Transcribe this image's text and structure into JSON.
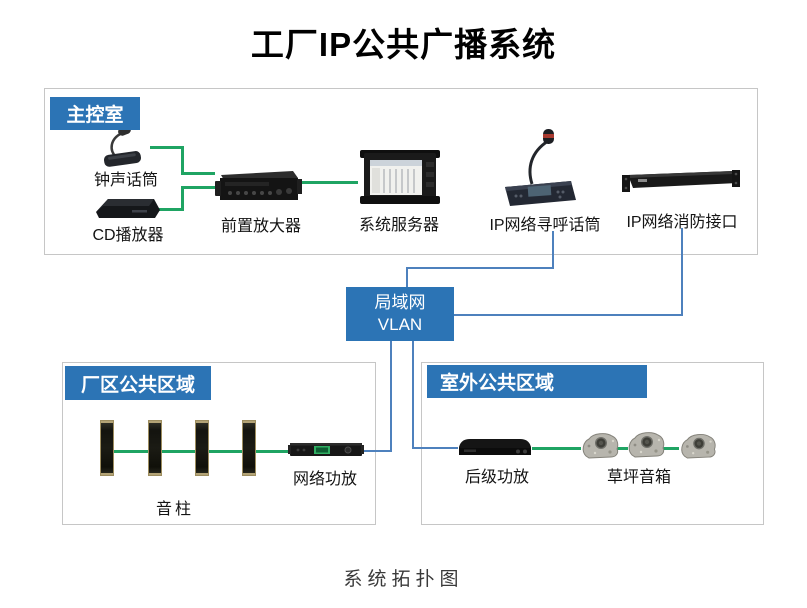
{
  "title": "工厂IP公共广播系统",
  "caption": "系统拓扑图",
  "colors": {
    "accent_blue": "#2c74b5",
    "line_blue": "#4e81bd",
    "line_green": "#1fa463",
    "border_gray": "#c6c6c6",
    "background": "#ffffff"
  },
  "network_node": {
    "line1": "局域网",
    "line2": "VLAN"
  },
  "control_room": {
    "badge": "主控室",
    "devices": {
      "bell_mic": "钟声话筒",
      "cd_player": "CD播放器",
      "preamp": "前置放大器",
      "server": "系统服务器",
      "paging_mic": "IP网络寻呼话筒",
      "fire_interface": "IP网络消防接口"
    }
  },
  "factory_area": {
    "badge": "厂区公共区域",
    "column_speaker_count": 4,
    "devices": {
      "column_speaker": "音柱",
      "network_amp": "网络功放"
    }
  },
  "outdoor_area": {
    "badge": "室外公共区域",
    "lawn_speaker_count": 3,
    "devices": {
      "post_amp": "后级功放",
      "lawn_speaker": "草坪音箱"
    }
  }
}
